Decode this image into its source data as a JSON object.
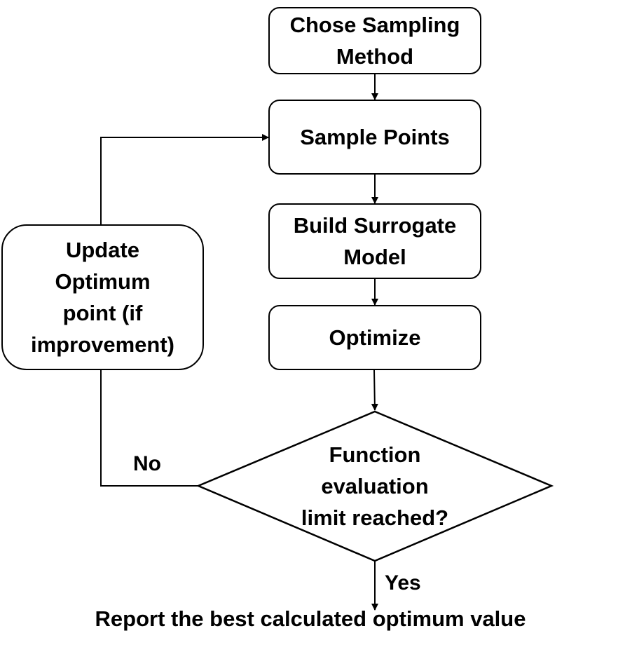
{
  "nodes": {
    "choose_sampling": [
      "Chose Sampling",
      "Method"
    ],
    "sample_points": [
      "Sample Points"
    ],
    "build_surrogate": [
      "Build Surrogate",
      "Model"
    ],
    "optimize": [
      "Optimize"
    ],
    "decision": [
      "Function",
      "evaluation",
      "limit reached?"
    ],
    "update_optimum": [
      "Update",
      "Optimum",
      "point (if",
      "improvement)"
    ]
  },
  "edge_labels": {
    "no": "No",
    "yes": "Yes"
  },
  "terminal": "Report the best calculated optimum value"
}
